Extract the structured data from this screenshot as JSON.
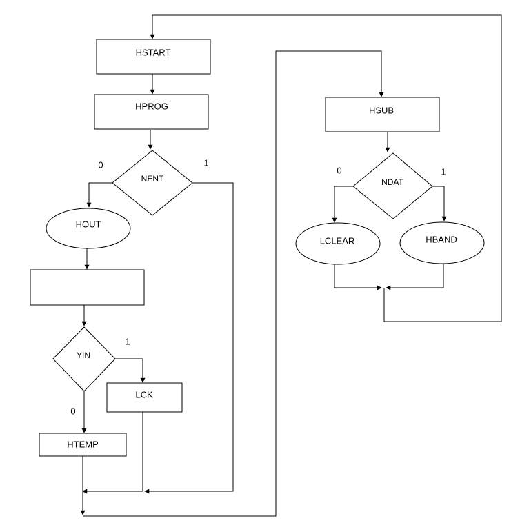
{
  "nodes": {
    "hstart": "HSTART",
    "hprog": "HPROG",
    "nent": "NENT",
    "hout": "HOUT",
    "blank": "",
    "yin": "YIN",
    "lck": "LCK",
    "htemp": "HTEMP",
    "hsub": "HSUB",
    "ndat": "NDAT",
    "lclear": "LCLEAR",
    "hband": "HBAND"
  },
  "branches": {
    "nent_no": "0",
    "nent_yes": "1",
    "yin_yes": "1",
    "yin_no": "0",
    "ndat_no": "0",
    "ndat_yes": "1"
  },
  "colors": {
    "stroke": "#000000",
    "fill": "#ffffff"
  }
}
